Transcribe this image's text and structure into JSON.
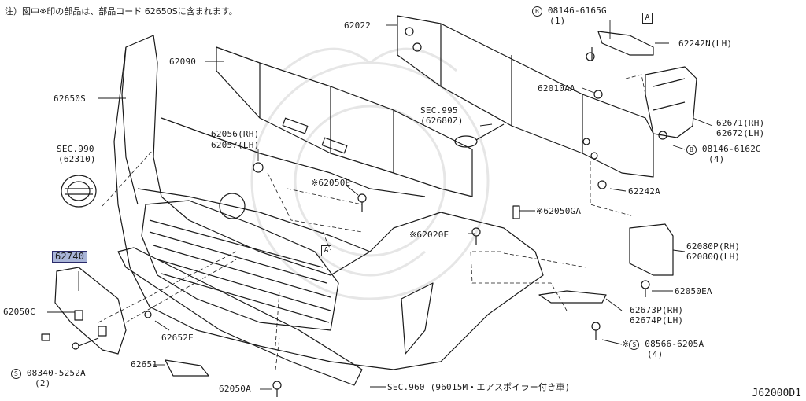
{
  "note": "注）図中※印の部品は、部品コード 62650Sに含まれます。",
  "diagram_code": "J62000D1",
  "ref_box_letter": "A",
  "highlight_color": "#a9b5d8",
  "labels": {
    "p62022": "62022",
    "p62090": "62090",
    "p62650s": "62650S",
    "sec990_a": "SEC.990",
    "sec990_b": "(62310)",
    "p62740": "62740",
    "p62050c": "62050C",
    "s08340_a": "08340-5252A",
    "s08340_b": "(2)",
    "p62652e": "62652E",
    "p62651": "62651",
    "p62050a": "62050A",
    "sec960": "SEC.960 (96015M・エアスポイラー付き車)",
    "p62056": "62056(RH)",
    "p62057": "62057(LH)",
    "p62050e": "※62050E",
    "sec995_a": "SEC.995",
    "sec995_b": "(62680Z)",
    "b08146_6165_a": "08146-6165G",
    "b08146_6165_b": "(1)",
    "p62242n": "62242N(LH)",
    "p62010aa": "62010AA",
    "p62671": "62671(RH)",
    "p62672": "62672(LH)",
    "b08146_6162_a": "08146-6162G",
    "b08146_6162_b": "(4)",
    "p62242a": "62242A",
    "p62050ga": "※62050GA",
    "p62020e": "※62020E",
    "p62080p": "62080P(RH)",
    "p62080q": "62080Q(LH)",
    "p62050ea": "62050EA",
    "p62673p": "62673P(RH)",
    "p62674p": "62674P(LH)",
    "s08566_a": "※",
    "s08566_b": "08566-6205A",
    "s08566_c": "(4)"
  }
}
